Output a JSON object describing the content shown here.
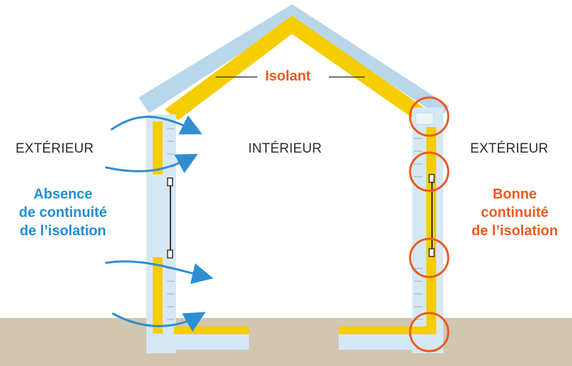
{
  "labels": {
    "isolant": "Isolant",
    "exterior_left": "EXTÉRIEUR",
    "interior": "INTÉRIEUR",
    "exterior_right": "EXTÉRIEUR",
    "bad": [
      "Absence",
      "de continuité",
      "de l’isolation"
    ],
    "good": [
      "Bonne",
      "continuité",
      "de l’isolation"
    ]
  },
  "colors": {
    "insulation": "#f5cd00",
    "wall": "#d6e8f5",
    "ground": "#d2c6b0",
    "roof": "#b9d7ea",
    "arrow": "#2f8ed2",
    "highlight": "#ef5a1e"
  },
  "icons": [
    "heat-loss-arrow-icon",
    "thermal-bridge-circle-icon"
  ]
}
